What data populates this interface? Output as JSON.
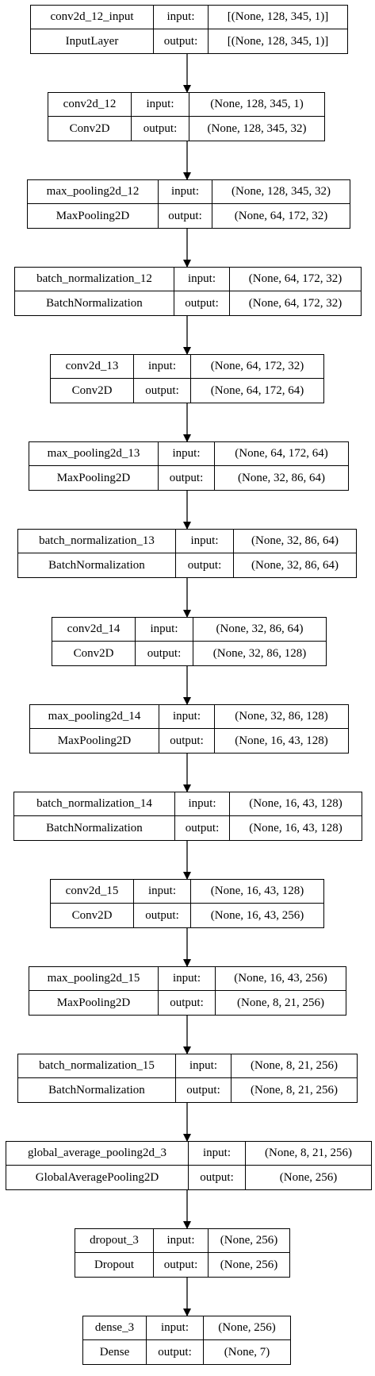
{
  "layers": [
    {
      "name": "conv2d_12_input",
      "type": "InputLayer",
      "input_label": "input:",
      "output_label": "output:",
      "input_shape": "[(None, 128, 345, 1)]",
      "output_shape": "[(None, 128, 345, 1)]"
    },
    {
      "name": "conv2d_12",
      "type": "Conv2D",
      "input_label": "input:",
      "output_label": "output:",
      "input_shape": "(None, 128, 345, 1)",
      "output_shape": "(None, 128, 345, 32)"
    },
    {
      "name": "max_pooling2d_12",
      "type": "MaxPooling2D",
      "input_label": "input:",
      "output_label": "output:",
      "input_shape": "(None, 128, 345, 32)",
      "output_shape": "(None, 64, 172, 32)"
    },
    {
      "name": "batch_normalization_12",
      "type": "BatchNormalization",
      "input_label": "input:",
      "output_label": "output:",
      "input_shape": "(None, 64, 172, 32)",
      "output_shape": "(None, 64, 172, 32)"
    },
    {
      "name": "conv2d_13",
      "type": "Conv2D",
      "input_label": "input:",
      "output_label": "output:",
      "input_shape": "(None, 64, 172, 32)",
      "output_shape": "(None, 64, 172, 64)"
    },
    {
      "name": "max_pooling2d_13",
      "type": "MaxPooling2D",
      "input_label": "input:",
      "output_label": "output:",
      "input_shape": "(None, 64, 172, 64)",
      "output_shape": "(None, 32, 86, 64)"
    },
    {
      "name": "batch_normalization_13",
      "type": "BatchNormalization",
      "input_label": "input:",
      "output_label": "output:",
      "input_shape": "(None, 32, 86, 64)",
      "output_shape": "(None, 32, 86, 64)"
    },
    {
      "name": "conv2d_14",
      "type": "Conv2D",
      "input_label": "input:",
      "output_label": "output:",
      "input_shape": "(None, 32, 86, 64)",
      "output_shape": "(None, 32, 86, 128)"
    },
    {
      "name": "max_pooling2d_14",
      "type": "MaxPooling2D",
      "input_label": "input:",
      "output_label": "output:",
      "input_shape": "(None, 32, 86, 128)",
      "output_shape": "(None, 16, 43, 128)"
    },
    {
      "name": "batch_normalization_14",
      "type": "BatchNormalization",
      "input_label": "input:",
      "output_label": "output:",
      "input_shape": "(None, 16, 43, 128)",
      "output_shape": "(None, 16, 43, 128)"
    },
    {
      "name": "conv2d_15",
      "type": "Conv2D",
      "input_label": "input:",
      "output_label": "output:",
      "input_shape": "(None, 16, 43, 128)",
      "output_shape": "(None, 16, 43, 256)"
    },
    {
      "name": "max_pooling2d_15",
      "type": "MaxPooling2D",
      "input_label": "input:",
      "output_label": "output:",
      "input_shape": "(None, 16, 43, 256)",
      "output_shape": "(None, 8, 21, 256)"
    },
    {
      "name": "batch_normalization_15",
      "type": "BatchNormalization",
      "input_label": "input:",
      "output_label": "output:",
      "input_shape": "(None, 8, 21, 256)",
      "output_shape": "(None, 8, 21, 256)"
    },
    {
      "name": "global_average_pooling2d_3",
      "type": "GlobalAveragePooling2D",
      "input_label": "input:",
      "output_label": "output:",
      "input_shape": "(None, 8, 21, 256)",
      "output_shape": "(None, 256)"
    },
    {
      "name": "dropout_3",
      "type": "Dropout",
      "input_label": "input:",
      "output_label": "output:",
      "input_shape": "(None, 256)",
      "output_shape": "(None, 256)"
    },
    {
      "name": "dense_3",
      "type": "Dense",
      "input_label": "input:",
      "output_label": "output:",
      "input_shape": "(None, 256)",
      "output_shape": "(None, 7)"
    }
  ],
  "colors": {
    "line": "#000000",
    "background": "#ffffff"
  }
}
